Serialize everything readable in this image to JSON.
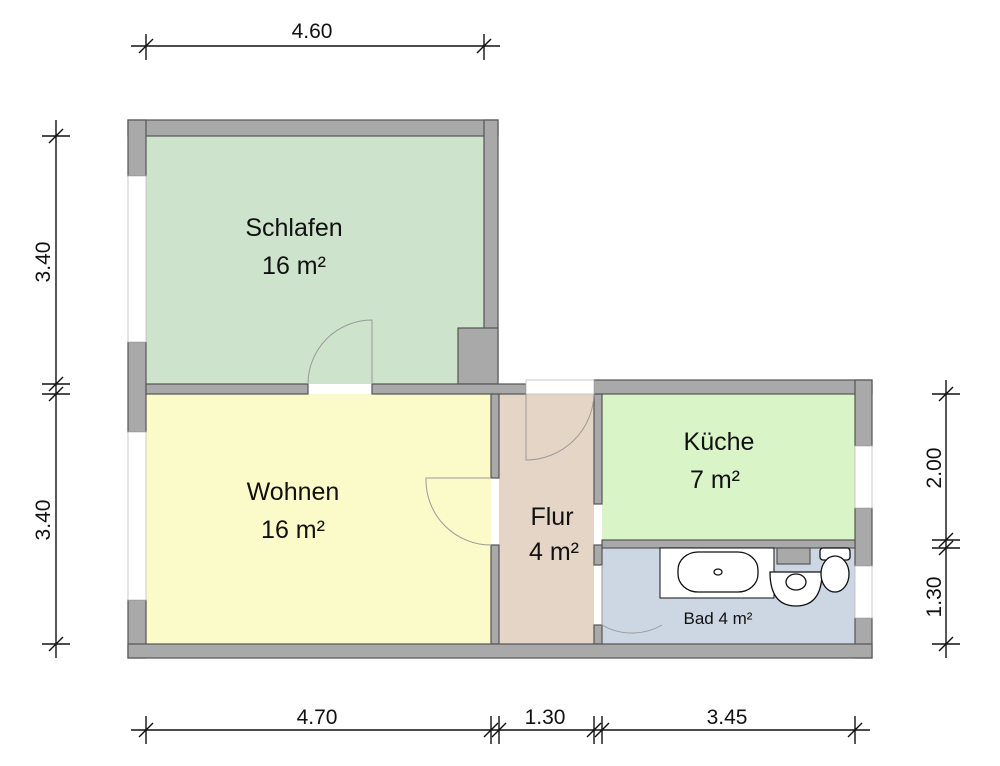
{
  "rooms": {
    "schlafen": {
      "name": "Schlafen",
      "area": "16 m²",
      "color": "#cde3cc"
    },
    "wohnen": {
      "name": "Wohnen",
      "area": "16 m²",
      "color": "#fbfbc9"
    },
    "flur": {
      "name": "Flur",
      "area": "4 m²",
      "color": "#e5d5c6"
    },
    "kueche": {
      "name": "Küche",
      "area": "7 m²",
      "color": "#d9f5c8"
    },
    "bad": {
      "label": "Bad 4 m²",
      "color": "#ccd7e3"
    }
  },
  "dimensions": {
    "top": "4.60",
    "left_upper": "3.40",
    "left_lower": "3.40",
    "right_upper": "2.00",
    "right_lower": "1.30",
    "bottom_1": "4.70",
    "bottom_2": "1.30",
    "bottom_3": "3.45"
  },
  "colors": {
    "wall": "#a9a9a9",
    "line": "#111111"
  }
}
